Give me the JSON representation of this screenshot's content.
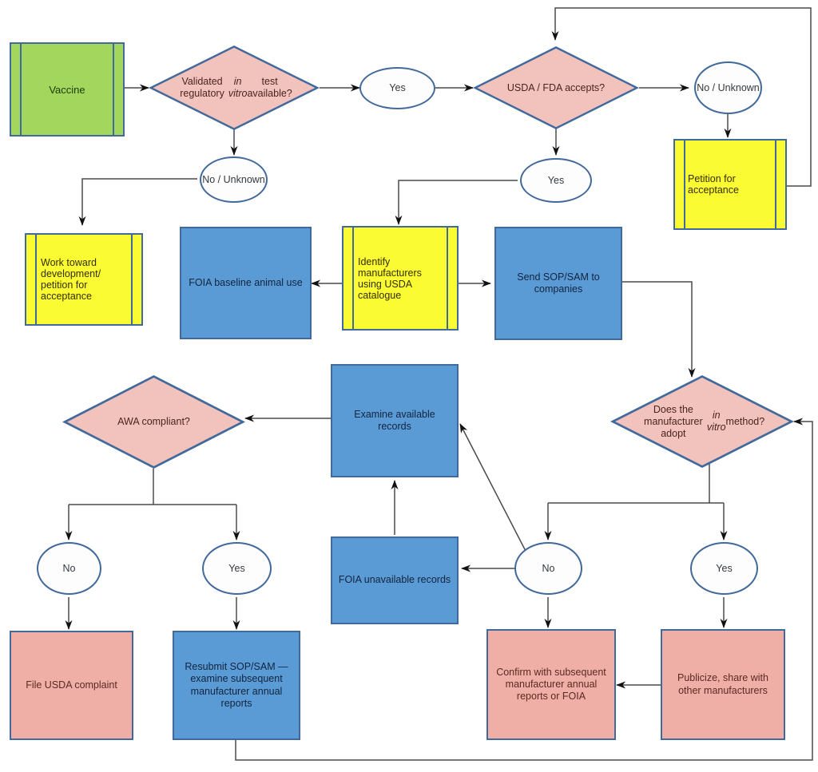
{
  "diagram": {
    "title": "Vaccine in vitro test regulatory flowchart",
    "colors": {
      "process_blue": "#5B9BD5",
      "process_salmon": "#EFAFA6",
      "predefined_green": "#A3D65C",
      "predefined_yellow": "#FBFB33",
      "decision_pink": "#F2C2BC",
      "terminator_white": "#FDFDFE",
      "shape_border": "#41699B",
      "connector": "#333333",
      "background": "#FFFFFF"
    },
    "nodes": {
      "vaccine": {
        "label": "Vaccine",
        "shape": "predefined-process",
        "fill": "green"
      },
      "validated_test": {
        "label_html": "Validated regulatory <em>in vitro</em> test available?",
        "label": "Validated regulatory in vitro test available?",
        "shape": "decision",
        "fill": "pink"
      },
      "yes_1": {
        "label": "Yes",
        "shape": "terminator",
        "fill": "white"
      },
      "no_unknown_1": {
        "label": "No / Unknown",
        "shape": "terminator",
        "fill": "white"
      },
      "usda_fda_accepts": {
        "label": "USDA / FDA accepts?",
        "shape": "decision",
        "fill": "pink"
      },
      "no_unknown_2": {
        "label": "No / Unknown",
        "shape": "terminator",
        "fill": "white"
      },
      "yes_2": {
        "label": "Yes",
        "shape": "terminator",
        "fill": "white"
      },
      "petition_acceptance": {
        "label": "Petition for acceptance",
        "shape": "predefined-process",
        "fill": "yellow"
      },
      "work_toward_development": {
        "label": "Work toward development/ petition for acceptance",
        "shape": "predefined-process",
        "fill": "yellow"
      },
      "foia_baseline": {
        "label": "FOIA baseline animal use",
        "shape": "process",
        "fill": "blue"
      },
      "identify_manufacturers": {
        "label": "Identify manufacturers using USDA catalogue",
        "shape": "predefined-process",
        "fill": "yellow"
      },
      "send_sop_sam": {
        "label": "Send SOP/SAM to companies",
        "shape": "process",
        "fill": "blue"
      },
      "awa_compliant": {
        "label": "AWA compliant?",
        "shape": "decision",
        "fill": "pink"
      },
      "examine_records": {
        "label": "Examine available records",
        "shape": "process",
        "fill": "blue"
      },
      "adopt_in_vitro": {
        "label_html": "Does the manufacturer adopt <em>in vitro</em> method?",
        "label": "Does the manufacturer adopt in vitro method?",
        "shape": "decision",
        "fill": "pink"
      },
      "foia_unavailable": {
        "label": "FOIA unavailable records",
        "shape": "process",
        "fill": "blue"
      },
      "awa_no": {
        "label": "No",
        "shape": "terminator",
        "fill": "white"
      },
      "awa_yes": {
        "label": "Yes",
        "shape": "terminator",
        "fill": "white"
      },
      "adopt_no": {
        "label": "No",
        "shape": "terminator",
        "fill": "white"
      },
      "adopt_yes": {
        "label": "Yes",
        "shape": "terminator",
        "fill": "white"
      },
      "file_usda_complaint": {
        "label": "File USDA complaint",
        "shape": "process",
        "fill": "salmon"
      },
      "resubmit_sop_sam": {
        "label": "Resubmit SOP/SAM —examine subsequent manufacturer annual reports",
        "shape": "process",
        "fill": "blue"
      },
      "confirm_subsequent": {
        "label": "Confirm with subsequent manufacturer annual reports or FOIA",
        "shape": "process",
        "fill": "salmon"
      },
      "publicize_share": {
        "label": "Publicize, share with other manufacturers",
        "shape": "process",
        "fill": "salmon"
      }
    },
    "edges": [
      {
        "from": "vaccine",
        "to": "validated_test"
      },
      {
        "from": "validated_test",
        "to": "yes_1"
      },
      {
        "from": "validated_test",
        "to": "no_unknown_1"
      },
      {
        "from": "yes_1",
        "to": "usda_fda_accepts"
      },
      {
        "from": "usda_fda_accepts",
        "to": "no_unknown_2"
      },
      {
        "from": "usda_fda_accepts",
        "to": "yes_2"
      },
      {
        "from": "no_unknown_2",
        "to": "petition_acceptance"
      },
      {
        "from": "petition_acceptance",
        "to": "usda_fda_accepts"
      },
      {
        "from": "no_unknown_1",
        "to": "work_toward_development"
      },
      {
        "from": "yes_2",
        "to": "identify_manufacturers"
      },
      {
        "from": "identify_manufacturers",
        "to": "foia_baseline"
      },
      {
        "from": "identify_manufacturers",
        "to": "send_sop_sam"
      },
      {
        "from": "send_sop_sam",
        "to": "adopt_in_vitro"
      },
      {
        "from": "adopt_in_vitro",
        "to": "adopt_no"
      },
      {
        "from": "adopt_in_vitro",
        "to": "adopt_yes"
      },
      {
        "from": "adopt_no",
        "to": "foia_unavailable"
      },
      {
        "from": "adopt_no",
        "to": "examine_records"
      },
      {
        "from": "adopt_no",
        "to": "confirm_subsequent"
      },
      {
        "from": "foia_unavailable",
        "to": "examine_records"
      },
      {
        "from": "examine_records",
        "to": "awa_compliant"
      },
      {
        "from": "awa_compliant",
        "to": "awa_no"
      },
      {
        "from": "awa_compliant",
        "to": "awa_yes"
      },
      {
        "from": "awa_no",
        "to": "file_usda_complaint"
      },
      {
        "from": "awa_yes",
        "to": "resubmit_sop_sam"
      },
      {
        "from": "adopt_yes",
        "to": "publicize_share"
      },
      {
        "from": "publicize_share",
        "to": "confirm_subsequent"
      },
      {
        "from": "resubmit_sop_sam",
        "to": "adopt_in_vitro"
      }
    ]
  }
}
